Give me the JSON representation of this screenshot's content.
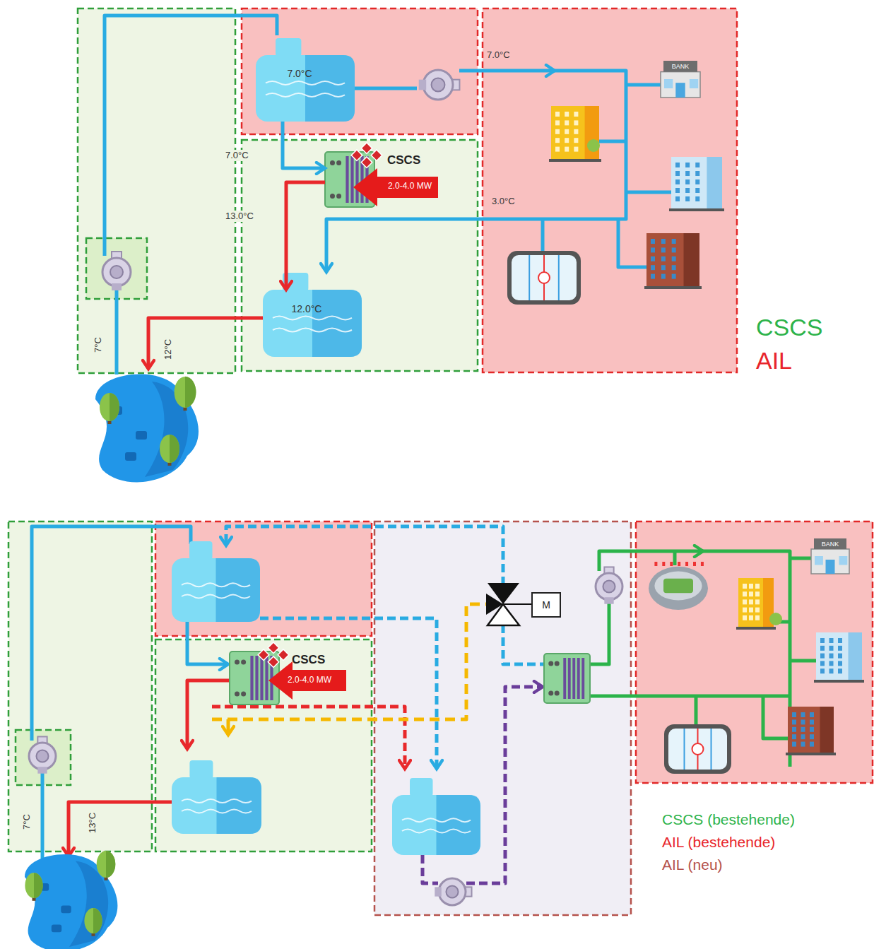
{
  "diagram": {
    "nodes": [
      {
        "text": [
          "7.0°C"
        ]
      },
      {
        "text": [
          "CSCS"
        ]
      },
      {
        "text": [
          "12.0°C"
        ]
      },
      {
        "text": [
          "BANK"
        ]
      },
      {
        "text": [
          "BANK"
        ]
      },
      {
        "text": [
          "CSCS"
        ]
      },
      {
        "text": [
          "M"
        ]
      }
    ],
    "edges": [
      {
        "from": 0,
        "to": 1,
        "arrow": "to"
      },
      {
        "from": 1,
        "to": 2,
        "arrow": "to"
      }
    ],
    "labels": [
      "7.0°C",
      "7.0°C",
      "2.0-4.0 MW",
      "13.0°C",
      "3.0°C",
      "7°C",
      "12°C",
      "2.0-4.0 MW",
      "7°C",
      "13°C"
    ],
    "legend": [
      {
        "text": "CSCS",
        "color": "#2db34a"
      },
      {
        "text": "AIL",
        "color": "#e8252b"
      },
      {
        "text": "CSCS (bestehende)",
        "color": "#2db34a"
      },
      {
        "text": "AIL (bestehende)",
        "color": "#e8252b"
      },
      {
        "text": "AIL (neu)",
        "color": "#b5524c"
      }
    ]
  }
}
